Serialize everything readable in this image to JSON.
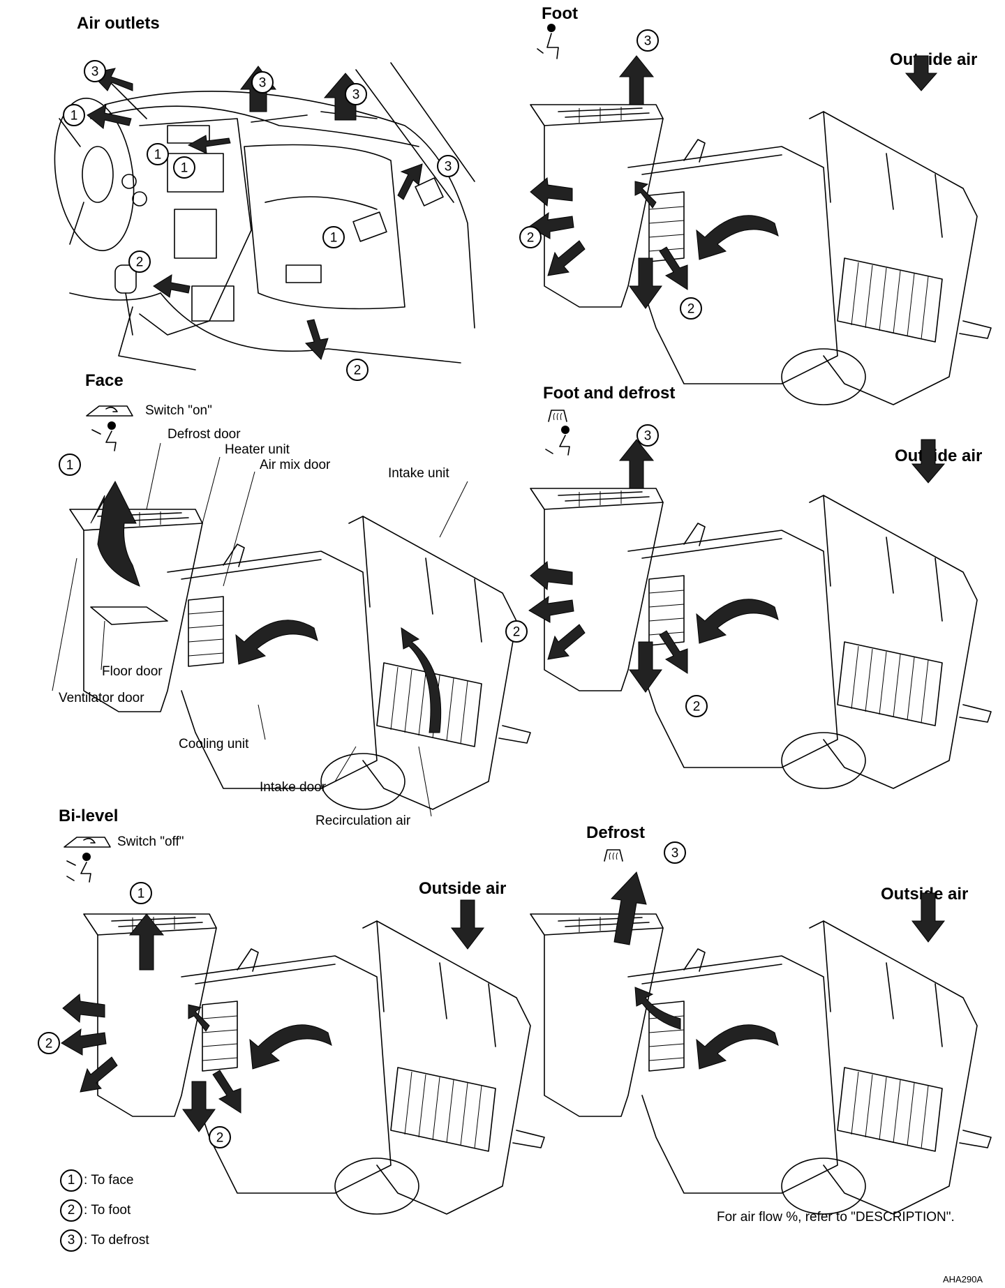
{
  "titles": {
    "air_outlets": "Air outlets",
    "foot": "Foot",
    "face": "Face",
    "foot_and_defrost": "Foot and defrost",
    "bi_level": "Bi-level",
    "defrost": "Defrost"
  },
  "outside_air": "Outside air",
  "switch": {
    "on": "Switch \"on\"",
    "off": "Switch \"off\""
  },
  "component_labels": {
    "defrost_door": "Defrost door",
    "heater_unit": "Heater unit",
    "air_mix_door": "Air mix door",
    "intake_unit": "Intake unit",
    "floor_door": "Floor door",
    "ventilator_door": "Ventilator door",
    "cooling_unit": "Cooling unit",
    "intake_door": "Intake door",
    "recirculation_air": "Recirculation air"
  },
  "outlet_numbers": {
    "face": "1",
    "foot": "2",
    "defrost": "3"
  },
  "legend": [
    {
      "number": "1",
      "text": ": To face"
    },
    {
      "number": "2",
      "text": ": To foot"
    },
    {
      "number": "3",
      "text": ": To defrost"
    }
  ],
  "note": "For air flow %, refer to \"DESCRIPTION\".",
  "figure_code": "AHA290A"
}
